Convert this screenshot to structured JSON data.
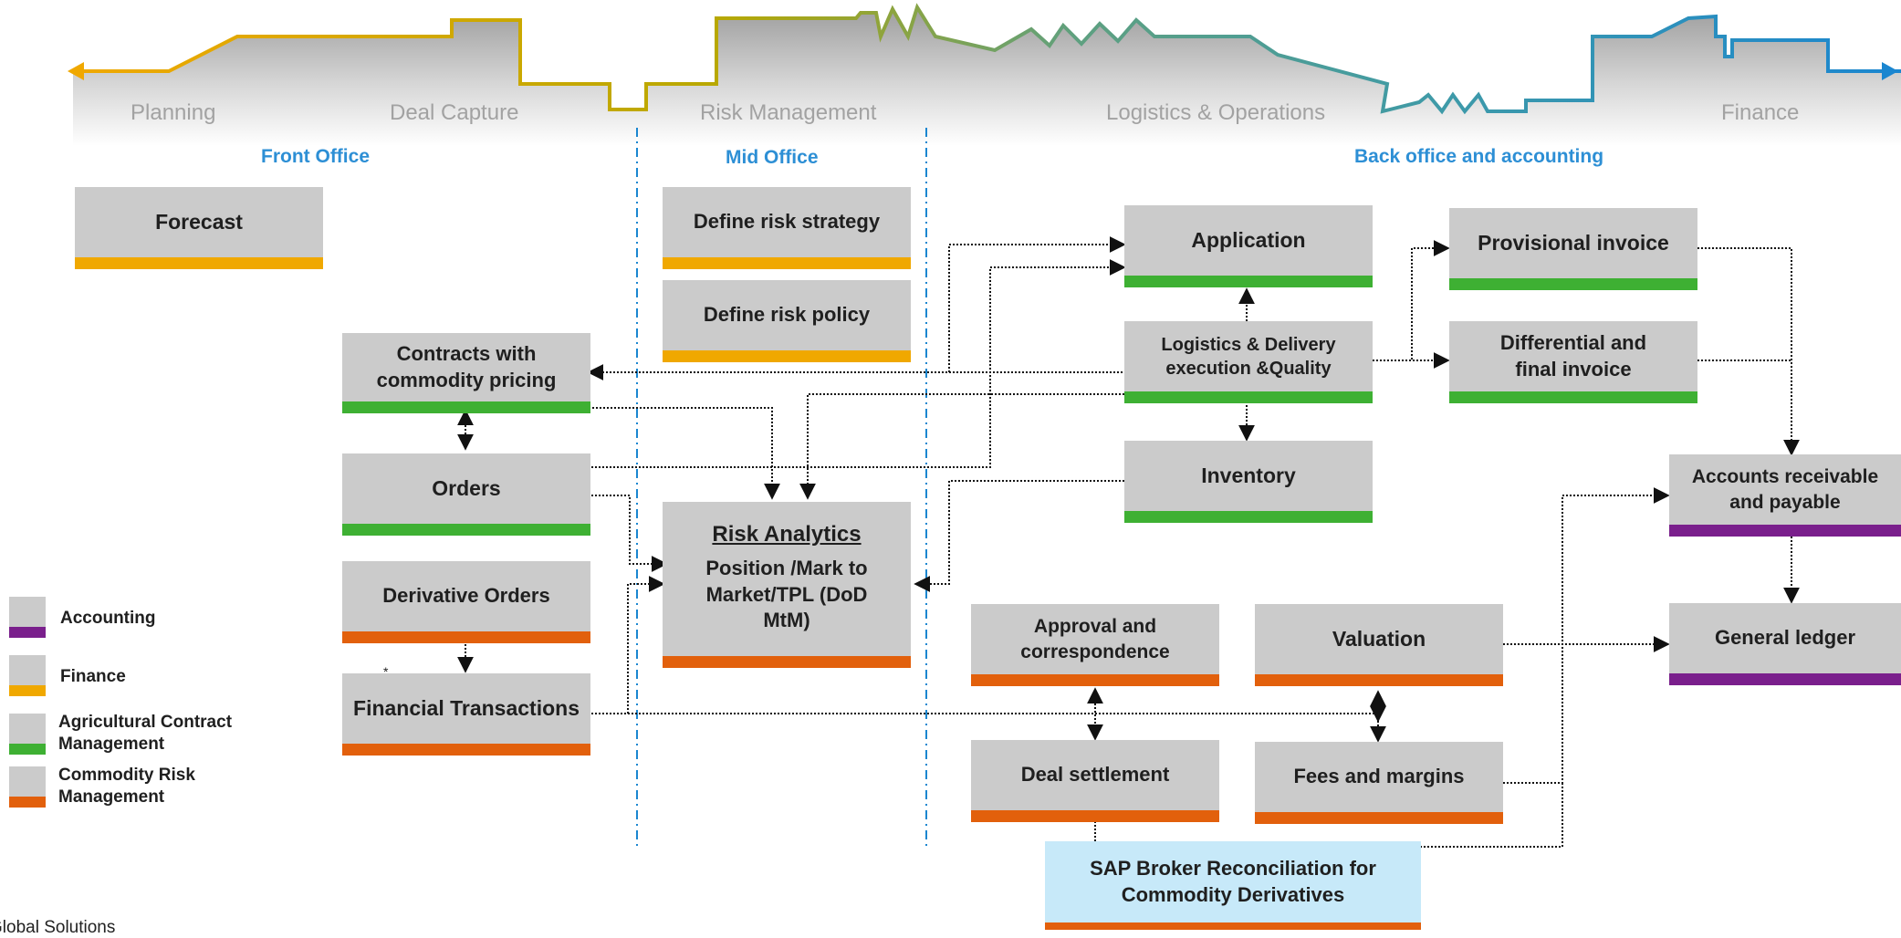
{
  "stages": [
    "Planning",
    "Deal Capture",
    "Risk Management",
    "Logistics & Operations",
    "Finance"
  ],
  "offices": [
    "Front Office",
    "Mid Office",
    "Back office and accounting"
  ],
  "boxes": {
    "forecast": "Forecast",
    "define_risk_strategy": "Define risk strategy",
    "define_risk_policy": "Define risk policy",
    "contracts": "Contracts with commodity pricing",
    "orders": "Orders",
    "derivative_orders": "Derivative Orders",
    "financial_transactions": "Financial Transactions",
    "risk_analytics_title": "Risk Analytics",
    "risk_analytics_body": "Position /Mark to Market/TPL (DoD MtM)",
    "application": "Application",
    "logistics": "Logistics & Delivery execution &Quality",
    "inventory": "Inventory",
    "provisional_invoice": "Provisional invoice",
    "differential_invoice": "Differential and final invoice",
    "accounts": "Accounts receivable and payable",
    "general_ledger": "General ledger",
    "approval": "Approval and correspondence",
    "valuation": "Valuation",
    "deal_settlement": "Deal settlement",
    "fees": "Fees and margins",
    "broker": "SAP Broker Reconciliation for Commodity Derivatives"
  },
  "legend": [
    "Accounting",
    "Finance",
    "Agricultural Contract Management",
    "Commodity Risk Management"
  ],
  "asterisk": "*",
  "footer": "Global Solutions",
  "colors": {
    "finance": "#f0a800",
    "agricultural_contract_management": "#3eb033",
    "commodity_risk_management": "#e2600c",
    "accounting": "#7a1f8c",
    "office_label": "#2d8fd5",
    "broker_box": "#c7e9f9"
  }
}
